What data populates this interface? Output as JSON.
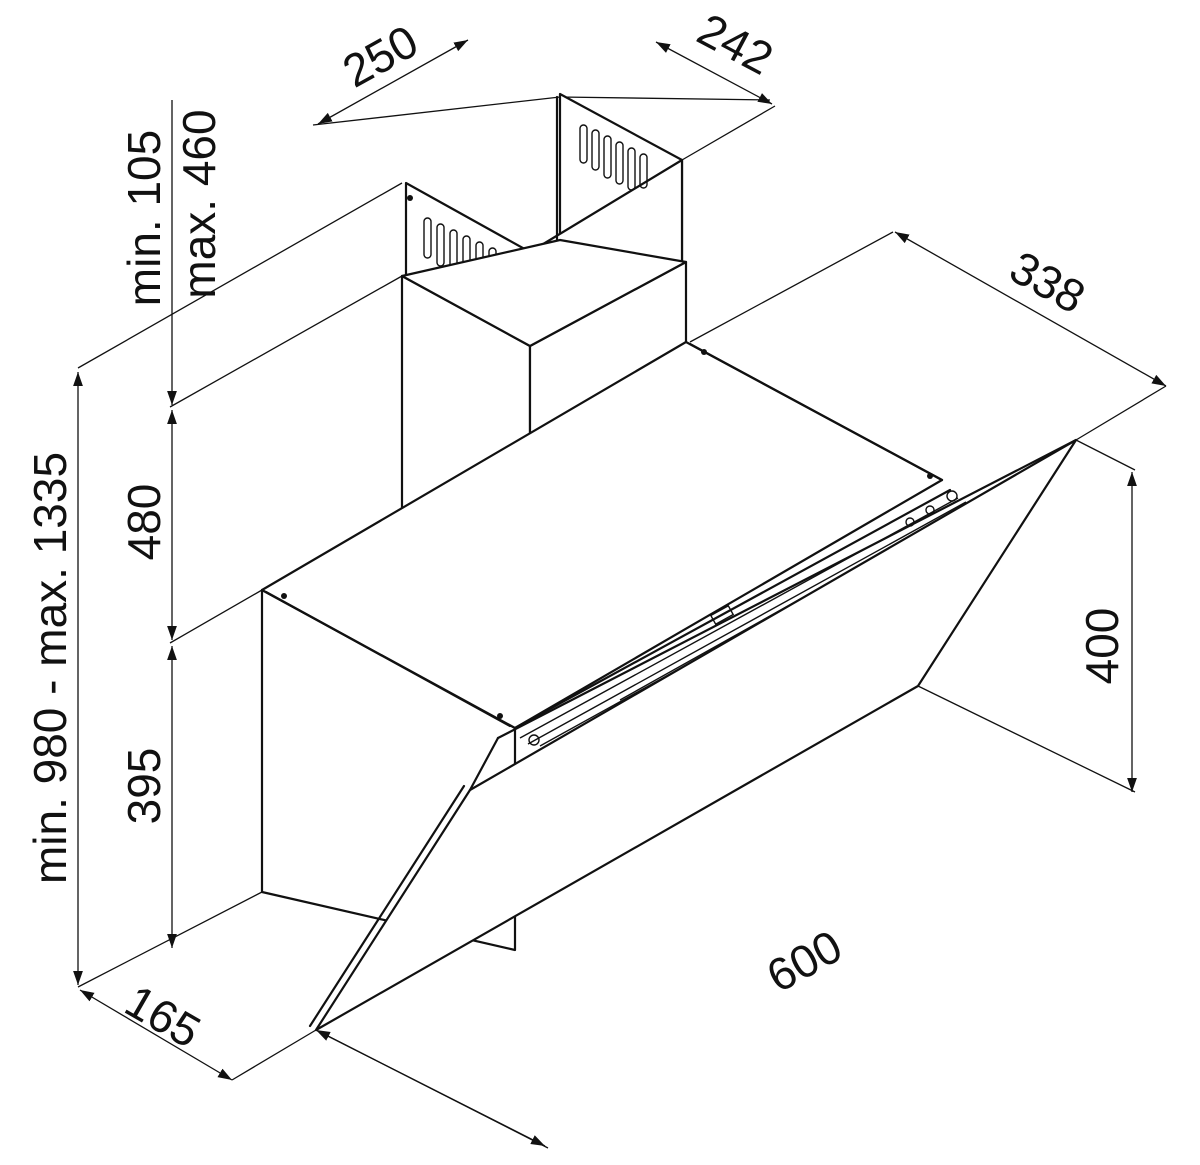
{
  "dimensions": {
    "chimney_width": "250",
    "chimney_depth": "242",
    "chimney_min": "min. 105",
    "chimney_max": "max. 460",
    "total_height": "min. 980 - max. 1335",
    "chimney_lower": "480",
    "body_height": "395",
    "body_depth_bottom": "165",
    "width": "600",
    "top_depth": "338",
    "glass_height": "400"
  }
}
